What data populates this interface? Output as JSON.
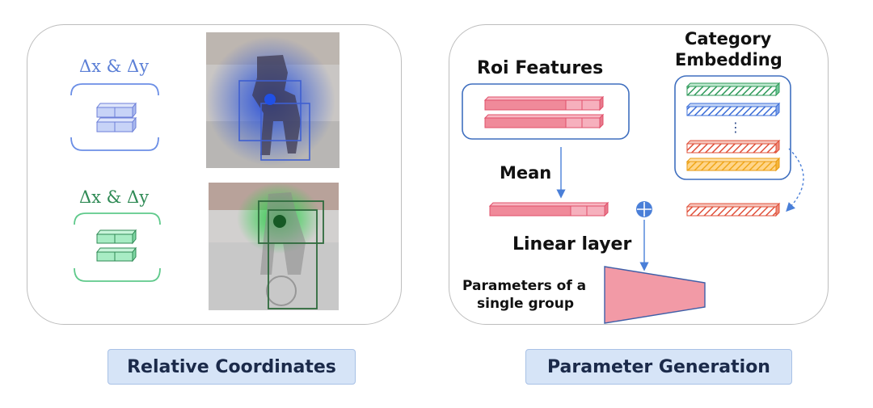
{
  "left": {
    "delta_label_blue": "Δx & Δy",
    "delta_label_green": "Δx & Δy",
    "caption": "Relative Coordinates"
  },
  "right": {
    "roi_features": "Roi Features",
    "category_embedding_line1": "Category",
    "category_embedding_line2": "Embedding",
    "mean": "Mean",
    "linear_layer": "Linear layer",
    "parameters_line1": "Parameters of a",
    "parameters_line2": "single group",
    "ellipsis": "⋮",
    "caption": "Parameter Generation"
  },
  "colors": {
    "blue": "#5b7fd6",
    "green": "#2f8a55",
    "roi_pink": "#f08a9a",
    "trapezoid": "#f29aa6",
    "caption_bg": "#d6e4f7"
  }
}
